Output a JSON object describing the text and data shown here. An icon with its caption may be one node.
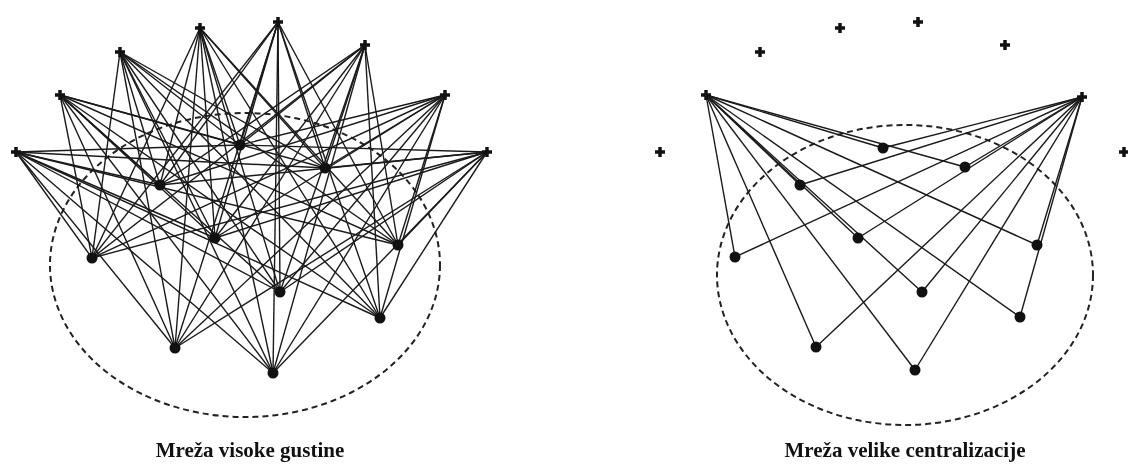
{
  "diagram": {
    "nodes": [
      {
        "text": [],
        "shape": "picture",
        "beside": [
          "Mreža visoke gustine"
        ]
      },
      {
        "text": [],
        "shape": "picture",
        "beside": [
          "Mreža velike centralizacije"
        ]
      }
    ]
  }
}
